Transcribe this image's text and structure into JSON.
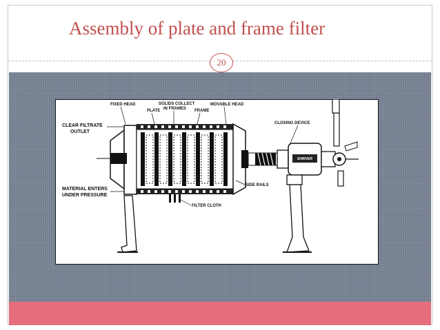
{
  "slide": {
    "title": "Assembly of plate and frame filter",
    "page_number": "20"
  },
  "figure": {
    "labels": {
      "fixed_head": "FIXED HEAD",
      "solids_collect_1": "SOLIDS COLLECT",
      "solids_collect_2": "IN FRAMES",
      "plate": "PLATE",
      "frame": "FRAME",
      "movable_head": "MOVABLE HEAD",
      "clear_filtrate_1": "CLEAR FILTRATE",
      "clear_filtrate_2": "OUTLET",
      "closing_device": "CLOSING DEVICE",
      "material_enters_1": "MATERIAL ENTERS",
      "material_enters_2": "UNDER PRESSURE",
      "side_rails": "SIDE RAILS",
      "filter_cloth": "FILTER CLOTH",
      "brand": "SHRIVER"
    }
  },
  "colors": {
    "title": "#c0504d",
    "panel": "#6f7a8c",
    "band": "#e56d7c"
  }
}
